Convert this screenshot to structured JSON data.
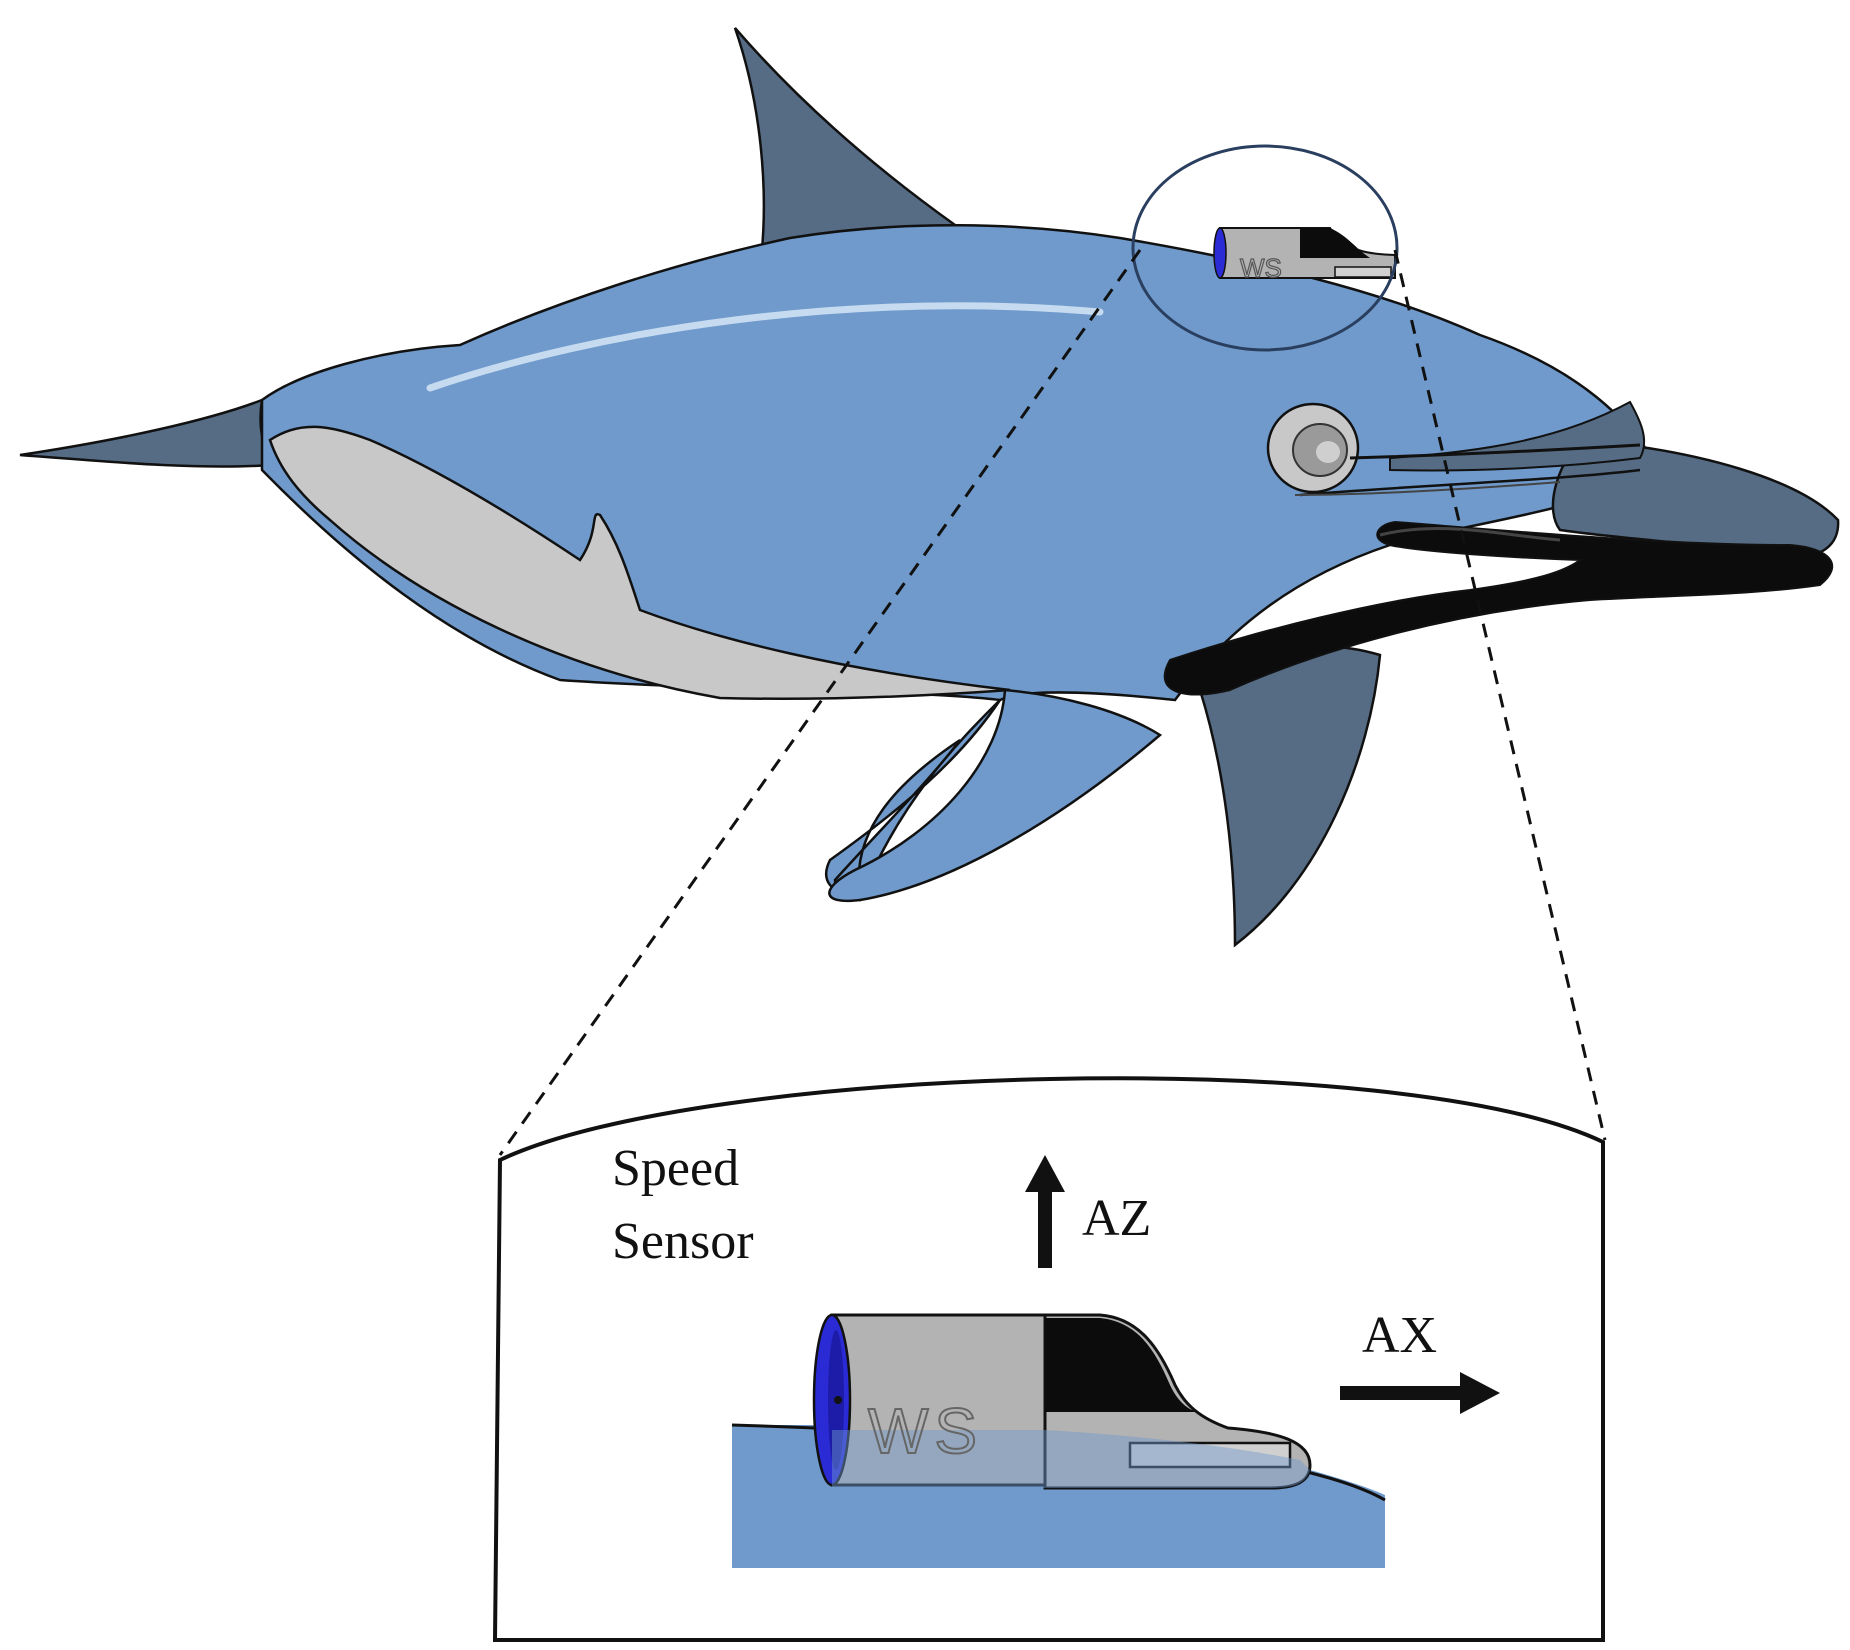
{
  "labels": {
    "sensor_line1": "Speed",
    "sensor_line2": "Sensor",
    "axis_z": "AZ",
    "axis_x": "AX",
    "device_mark": "WS"
  },
  "colors": {
    "body_blue": "#6f9acb",
    "fin_dark": "#566c84",
    "belly_gray": "#c8c8c8",
    "mouth_black": "#0c0c0c",
    "sensor_gray": "#b3b3b3",
    "sensor_cap_blue": "#2b2bd6",
    "outline": "#111111",
    "callout_circle": "#2a3f5f"
  }
}
